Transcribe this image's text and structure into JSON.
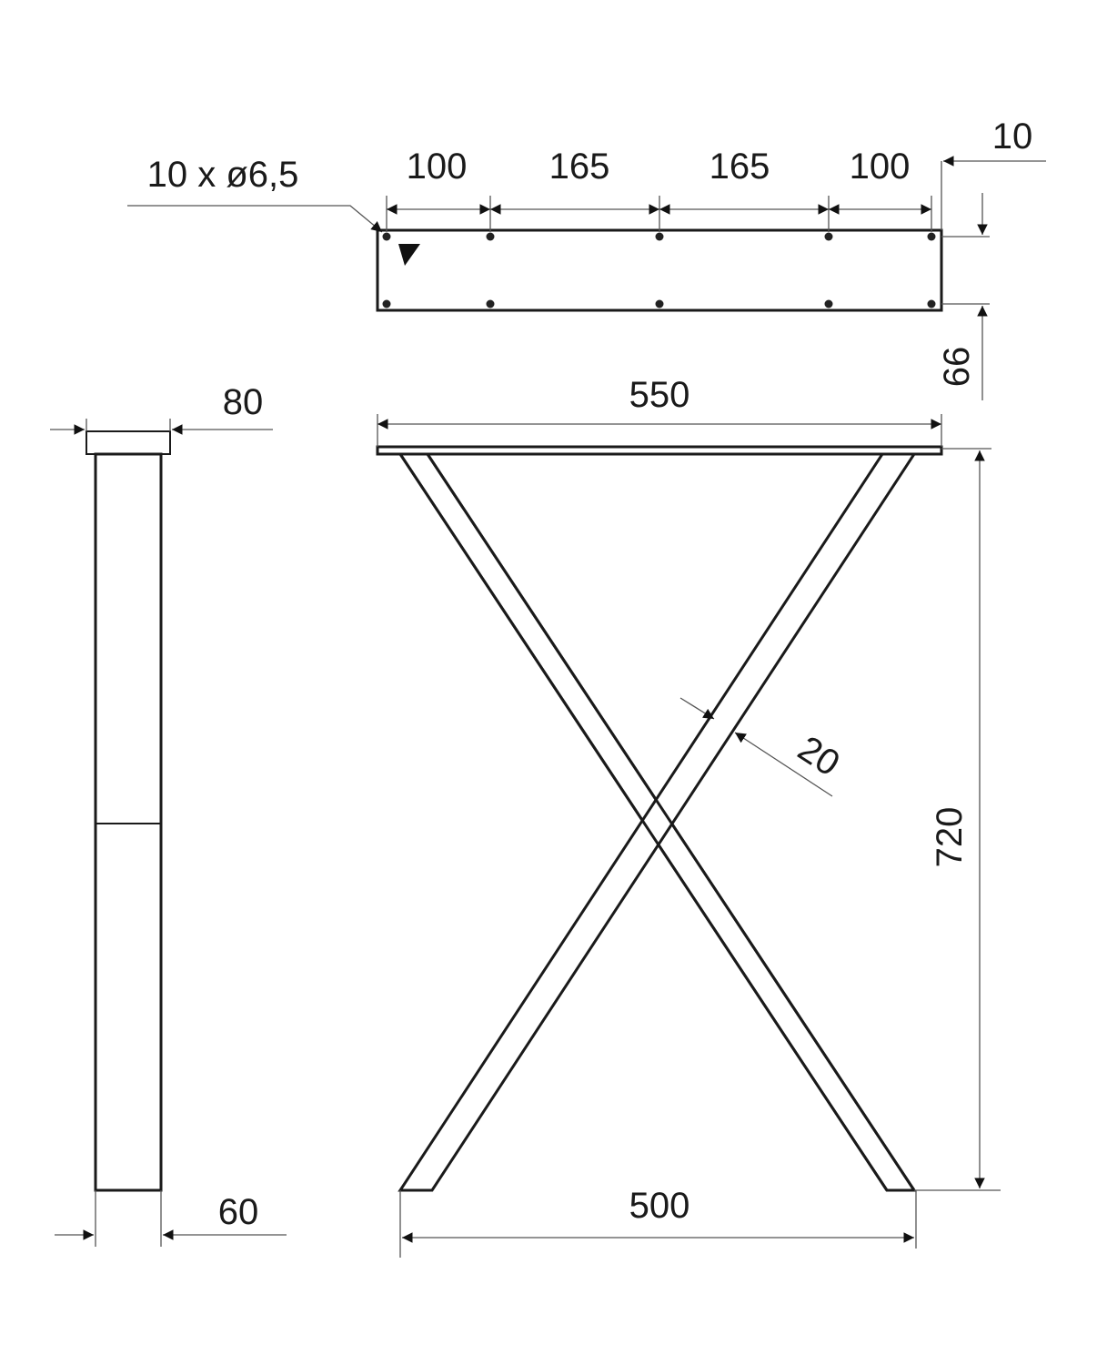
{
  "drawing": {
    "hole_callout": "10 x ø6,5",
    "top_view": {
      "spacings": [
        "100",
        "165",
        "165",
        "100"
      ],
      "edge_offset": "10",
      "hole_row_distance": "66"
    },
    "front_view": {
      "top_width": "550",
      "bottom_width": "500",
      "height": "720",
      "leg_width": "20"
    },
    "side_view": {
      "top_depth": "80",
      "leg_depth": "60"
    }
  }
}
